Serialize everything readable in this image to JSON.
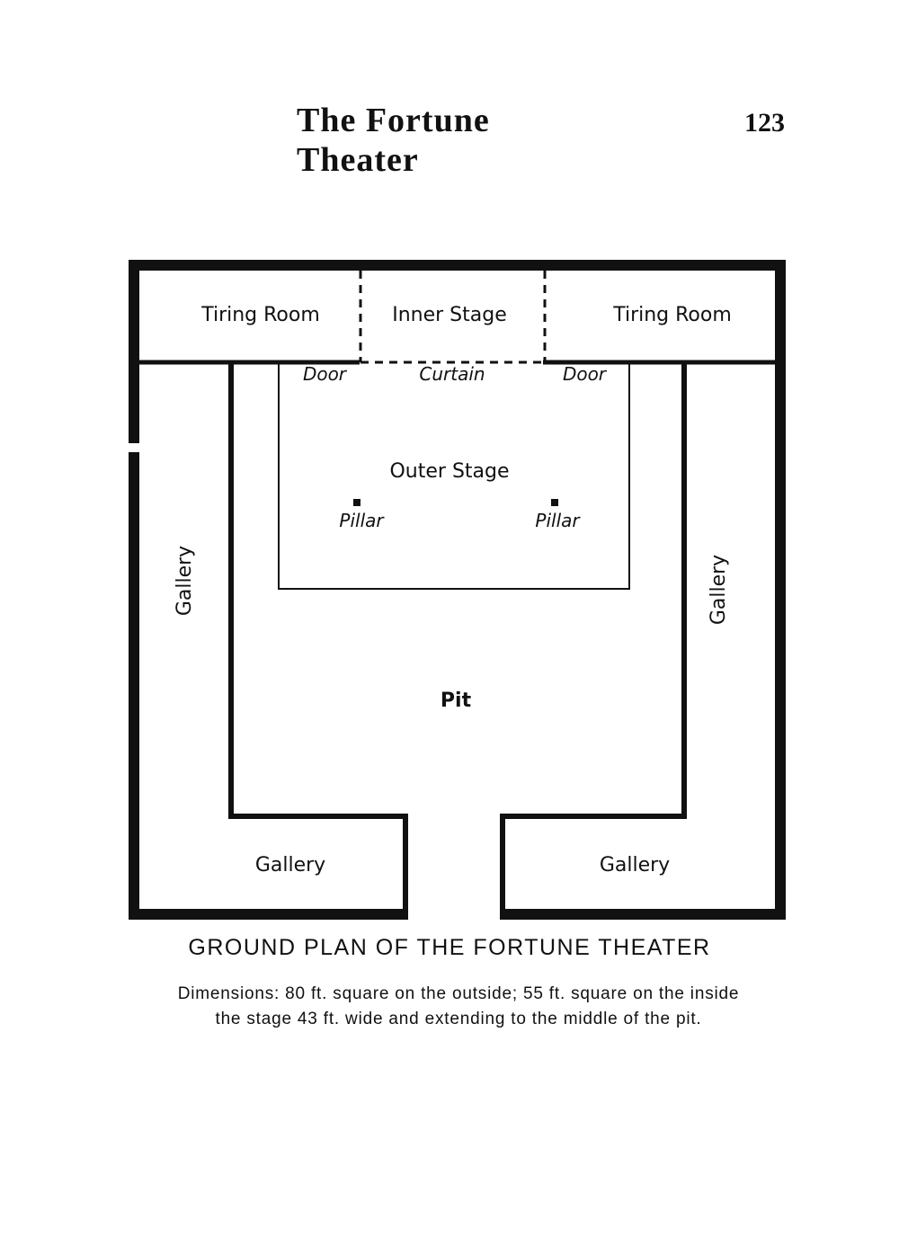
{
  "header": {
    "running_title": "The Fortune Theater",
    "page_number": "123"
  },
  "plan": {
    "tiring_room_left": "Tiring Room",
    "inner_stage": "Inner Stage",
    "tiring_room_right": "Tiring Room",
    "door_left": "Door",
    "curtain": "Curtain",
    "door_right": "Door",
    "outer_stage": "Outer Stage",
    "pillar_left": "Pillar",
    "pillar_right": "Pillar",
    "gallery_left": "Gallery",
    "gallery_right": "Gallery",
    "pit": "Pit",
    "gallery_bottom_left": "Gallery",
    "gallery_bottom_right": "Gallery"
  },
  "caption": "GROUND PLAN OF THE FORTUNE THEATER",
  "dimensions": {
    "line1": "Dimensions: 80 ft. square on the outside; 55 ft. square on the inside",
    "line2": "the stage 43 ft. wide and extending to the middle of the pit."
  }
}
